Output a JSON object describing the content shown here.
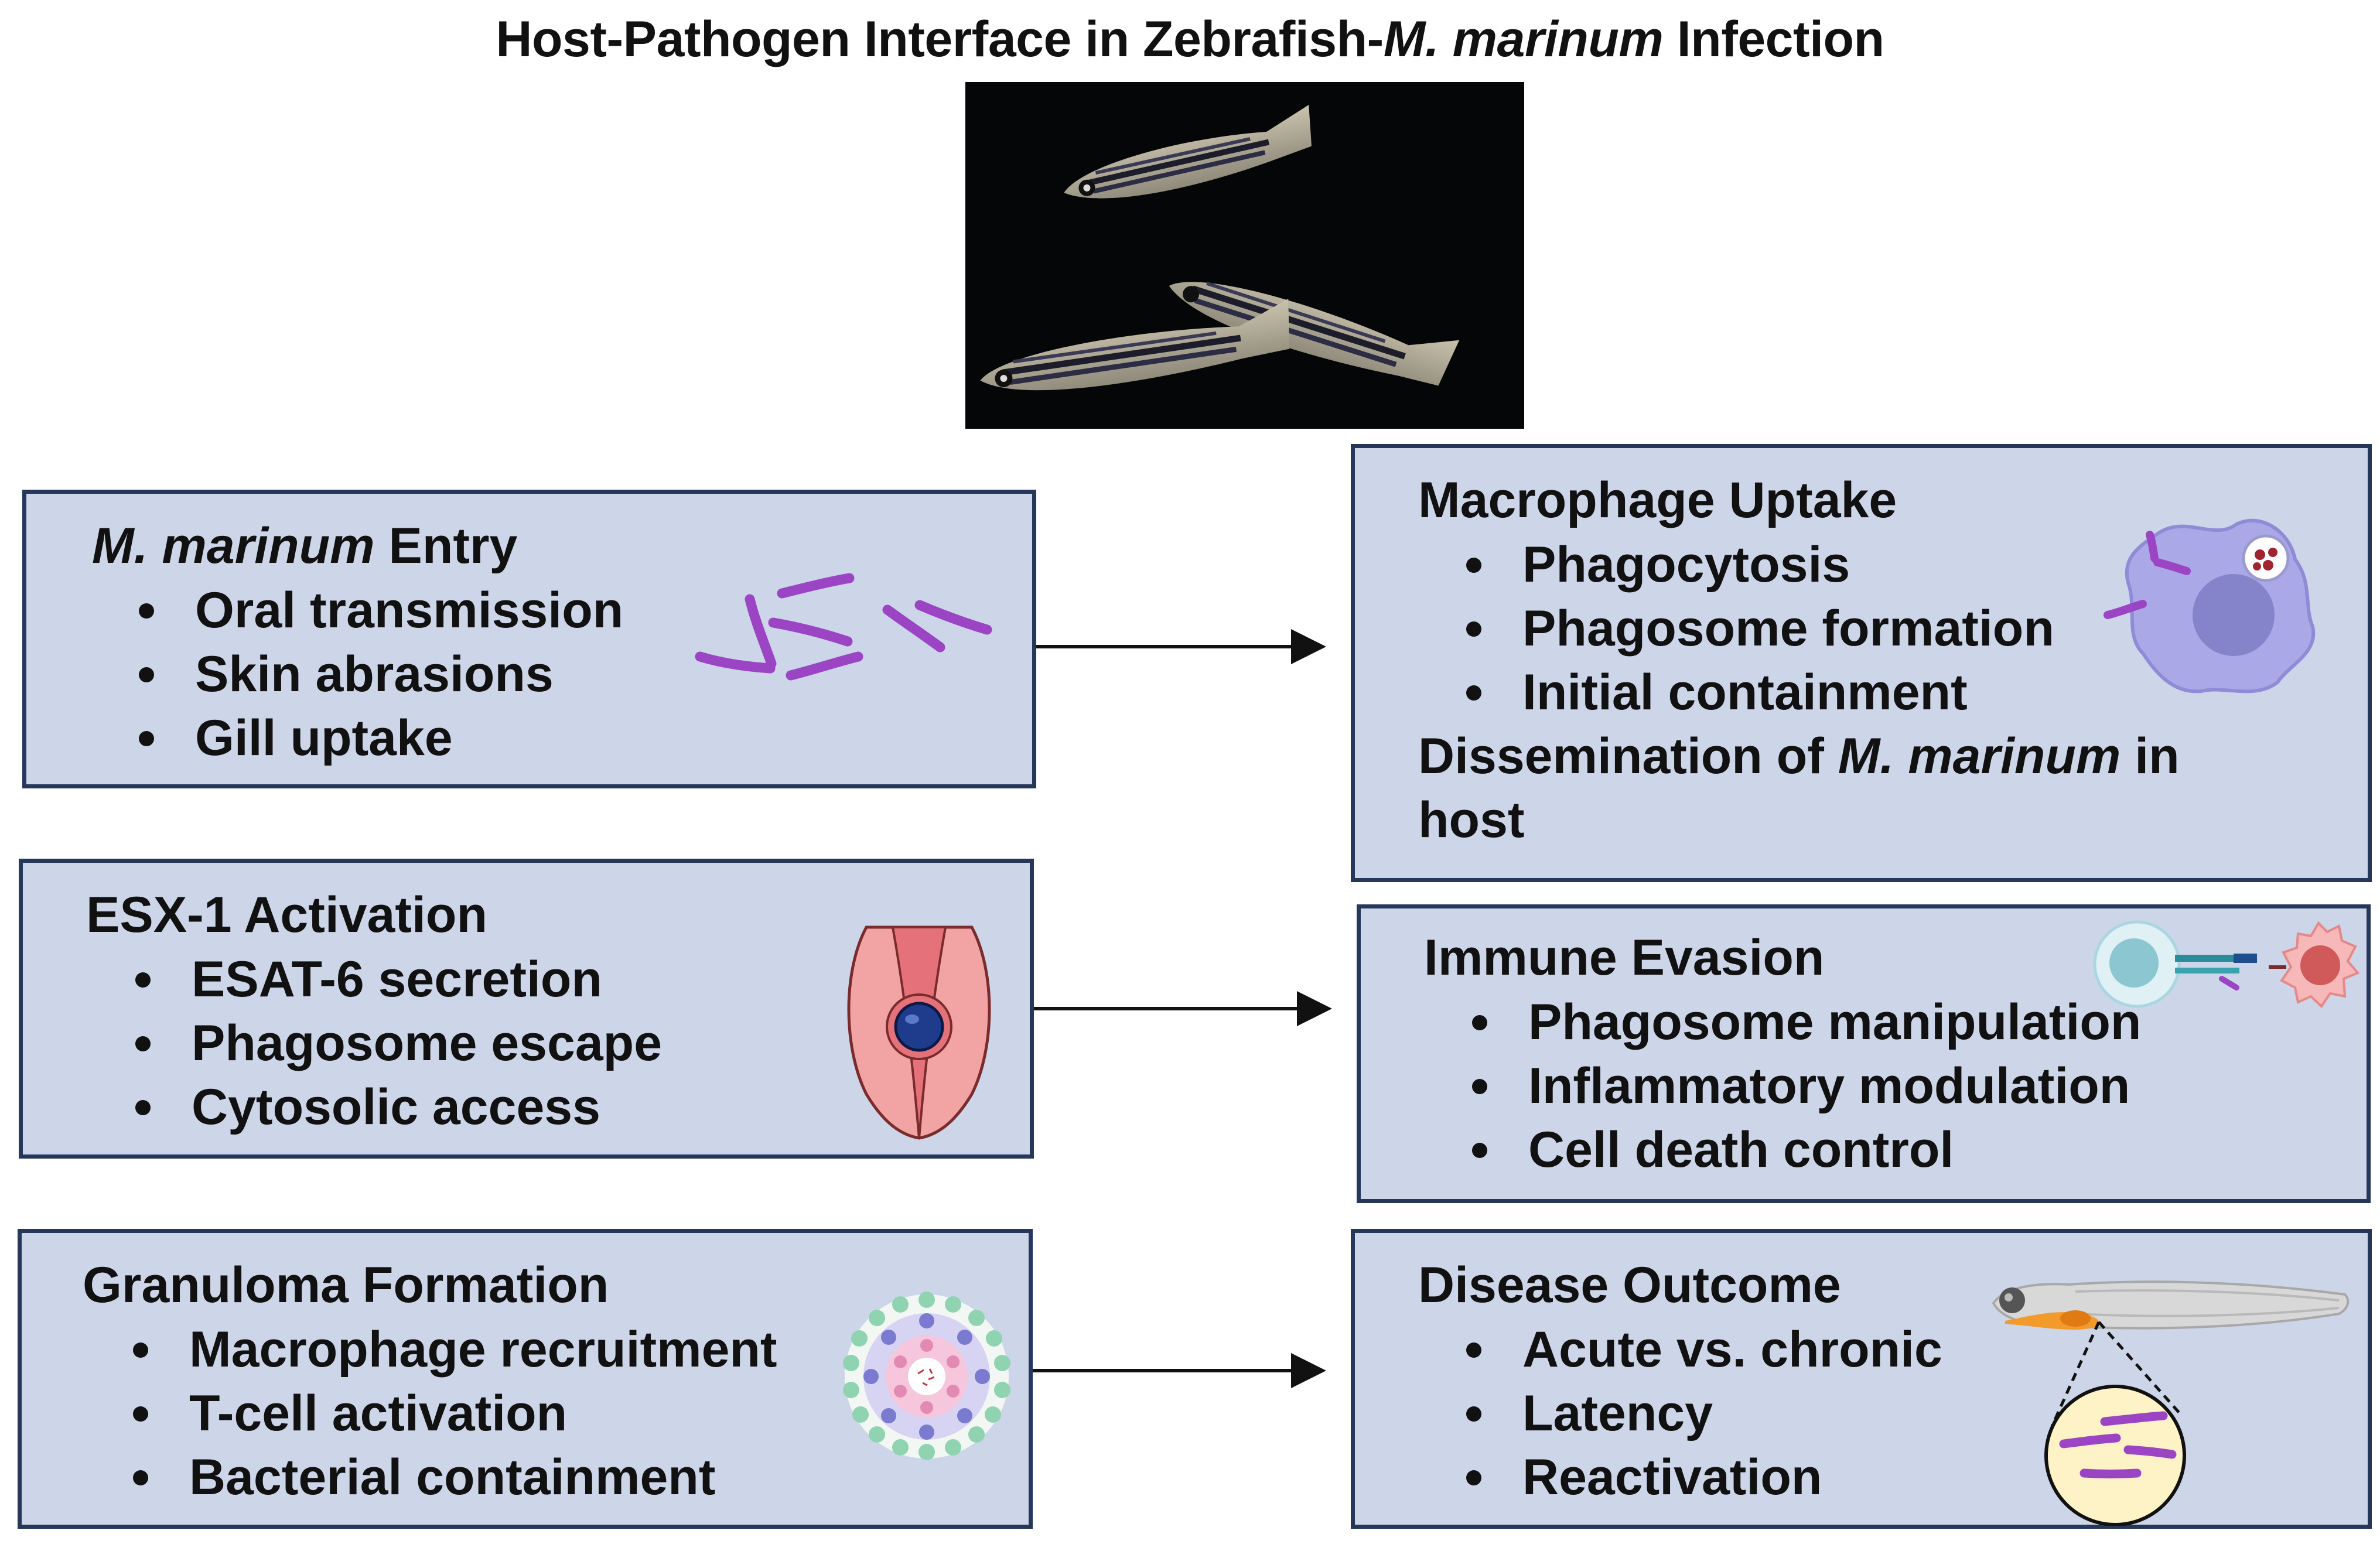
{
  "title": {
    "prefix": "Host-Pathogen Interface in Zebrafish-",
    "italic": "M. marinum",
    "suffix": " Infection"
  },
  "boxes": {
    "entry": {
      "heading_italic": "M. marinum",
      "heading_rest": " Entry",
      "items": [
        "Oral transmission",
        "Skin abrasions",
        "Gill uptake"
      ]
    },
    "uptake": {
      "heading": "Macrophage Uptake",
      "items": [
        "Phagocytosis",
        "Phagosome formation",
        "Initial containment"
      ],
      "note_prefix": "Dissemination of ",
      "note_italic": "M. marinum",
      "note_suffix": " in host"
    },
    "esx": {
      "heading": "ESX-1 Activation",
      "items": [
        "ESAT-6 secretion",
        "Phagosome escape",
        "Cytosolic access"
      ]
    },
    "evasion": {
      "heading": "Immune Evasion",
      "items": [
        "Phagosome manipulation",
        "Inflammatory modulation",
        "Cell death control"
      ]
    },
    "granuloma": {
      "heading": "Granuloma Formation",
      "items": [
        "Macrophage recruitment",
        "T-cell activation",
        "Bacterial containment"
      ]
    },
    "outcome": {
      "heading": "Disease Outcome",
      "items": [
        "Acute vs. chronic",
        "Latency",
        "Reactivation"
      ]
    }
  },
  "colors": {
    "box_fill": "#cdd5e9",
    "box_border": "#26375a",
    "bacteria": "#9b45c4",
    "macrophage": "#a9a6e6",
    "cell_red": "#f2a3a3"
  },
  "icons": [
    "zebrafish-photo",
    "bacteria-icon",
    "macrophage-icon",
    "phagosome-cell-icon",
    "immune-synapse-icon",
    "granuloma-icon",
    "zebrafish-larva-icon"
  ]
}
